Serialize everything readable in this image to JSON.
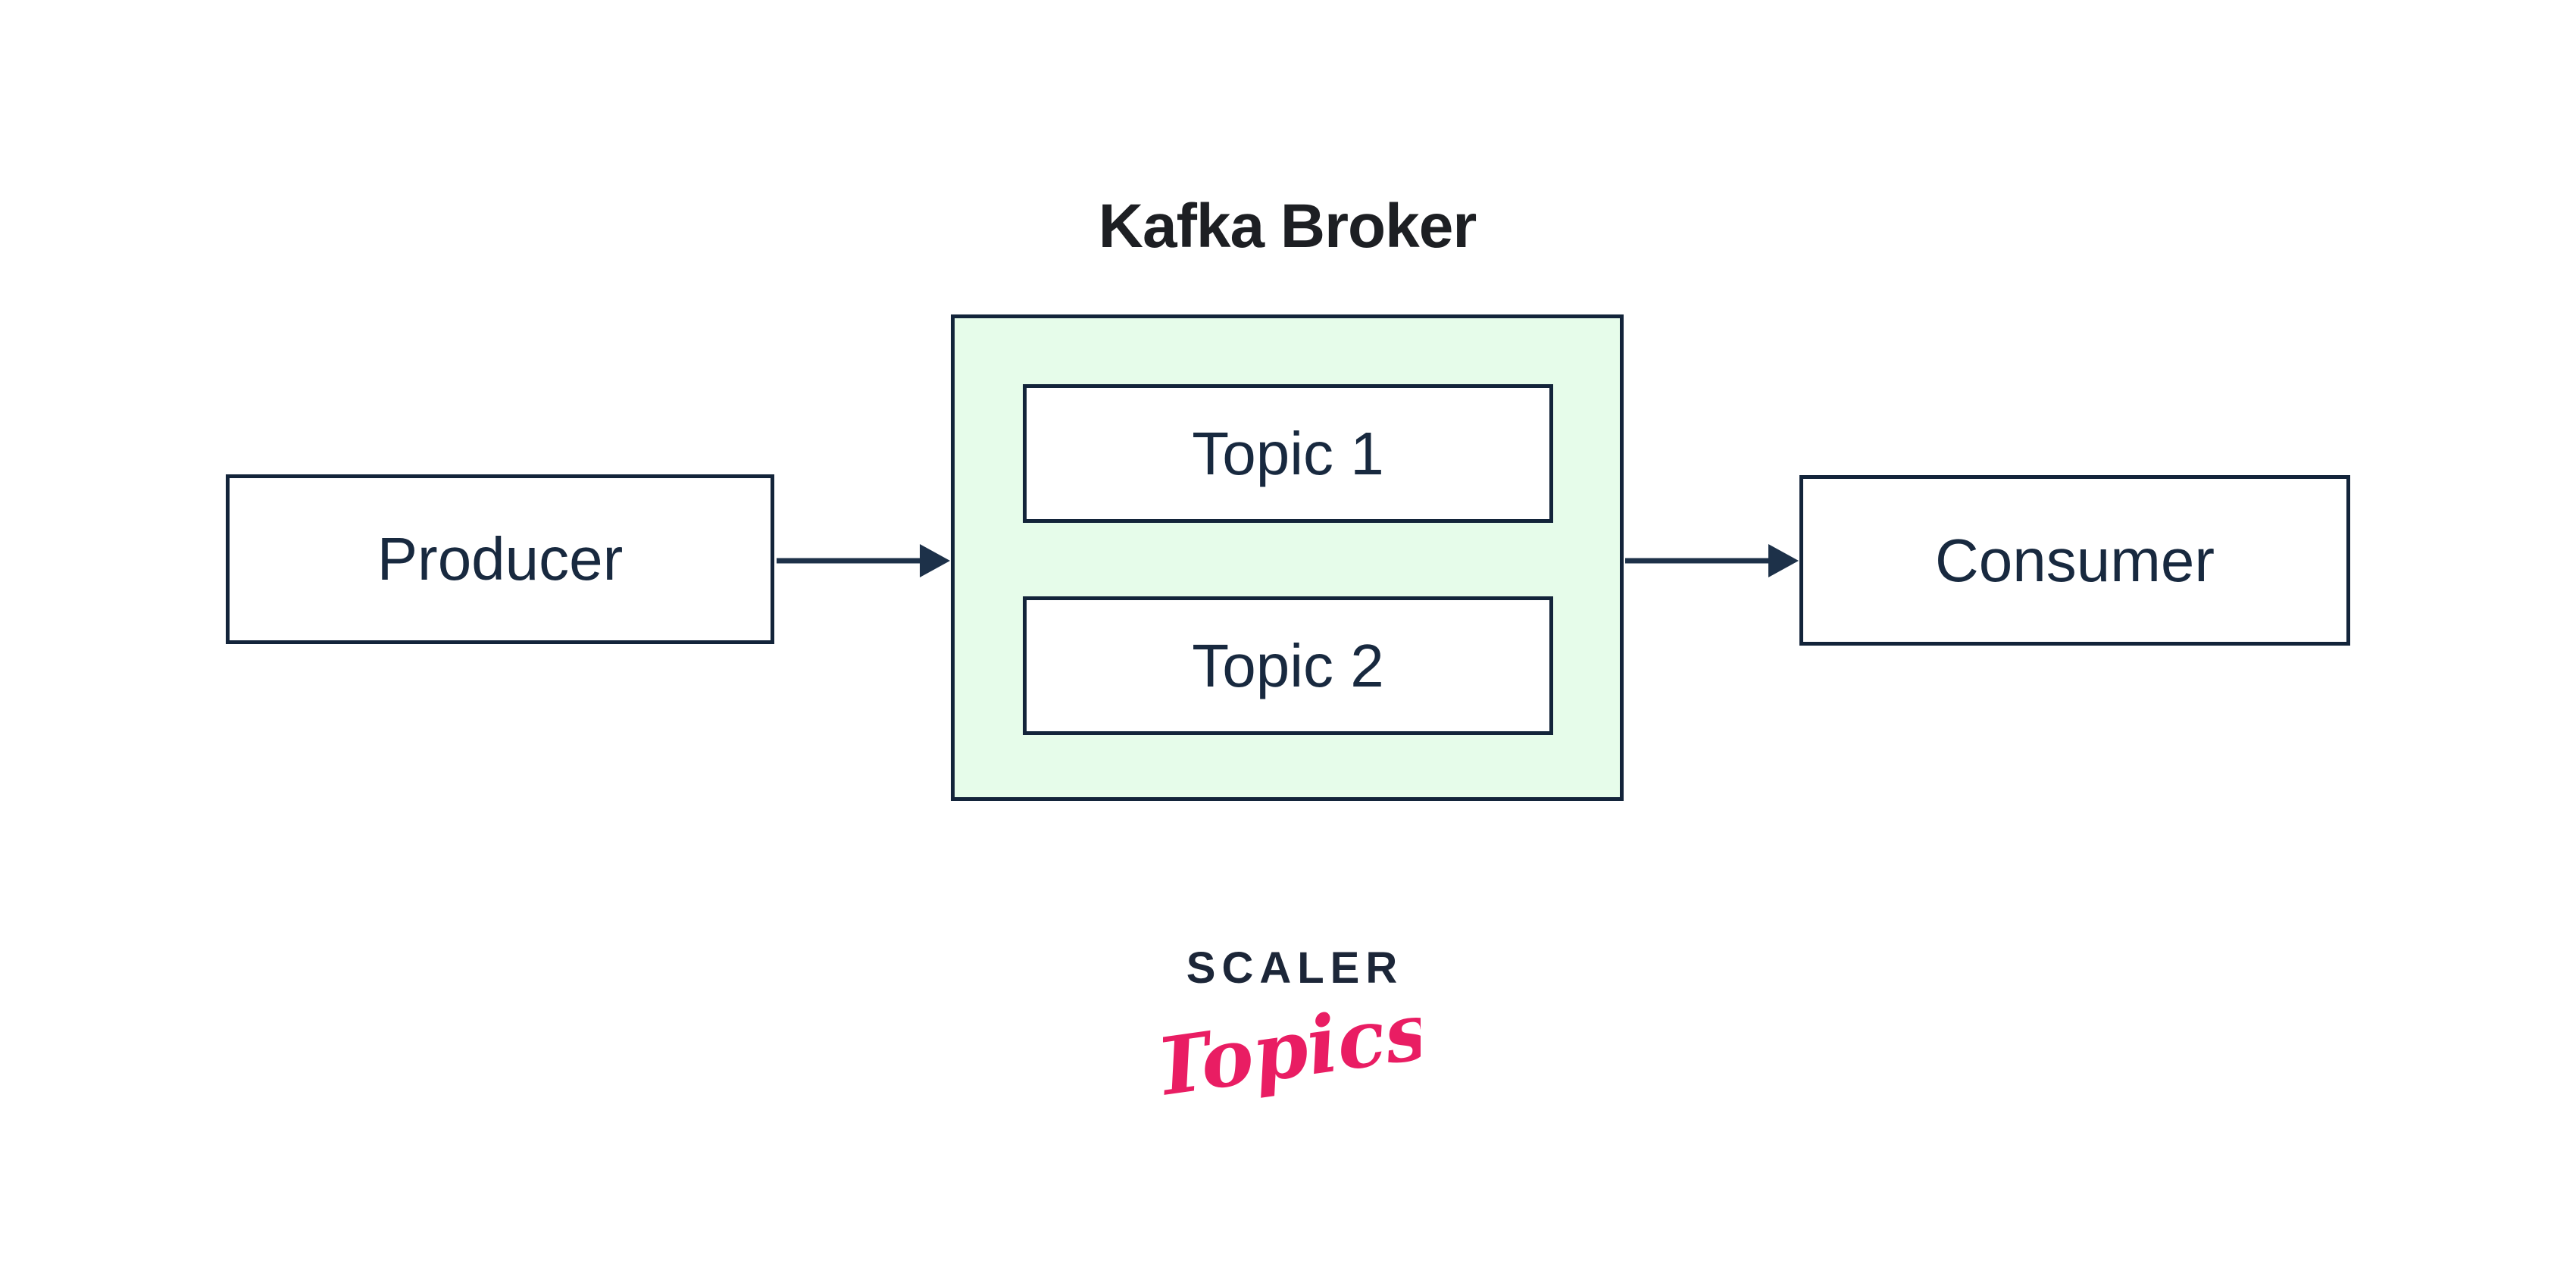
{
  "diagram": {
    "title": "Kafka Broker",
    "producer": {
      "label": "Producer"
    },
    "broker": {
      "label": "Kafka Broker",
      "topics": [
        {
          "label": "Topic 1"
        },
        {
          "label": "Topic 2"
        }
      ]
    },
    "consumer": {
      "label": "Consumer"
    },
    "edges": [
      {
        "from": "Producer",
        "to": "Kafka Broker",
        "direction": "right"
      },
      {
        "from": "Kafka Broker",
        "to": "Consumer",
        "direction": "right"
      }
    ],
    "colors": {
      "canvas-bg": "#ffffff",
      "node-border": "#13243a",
      "node-fill": "#ffffff",
      "node-text": "#18293f",
      "broker-fill": "#e6fcea",
      "title-text": "#1d1f23",
      "arrow": "#1d3149",
      "logo-navy": "#1c2638",
      "logo-pink": "#e91d63"
    }
  },
  "branding": {
    "logo_primary": "SCALER",
    "logo_secondary": "Topics"
  }
}
